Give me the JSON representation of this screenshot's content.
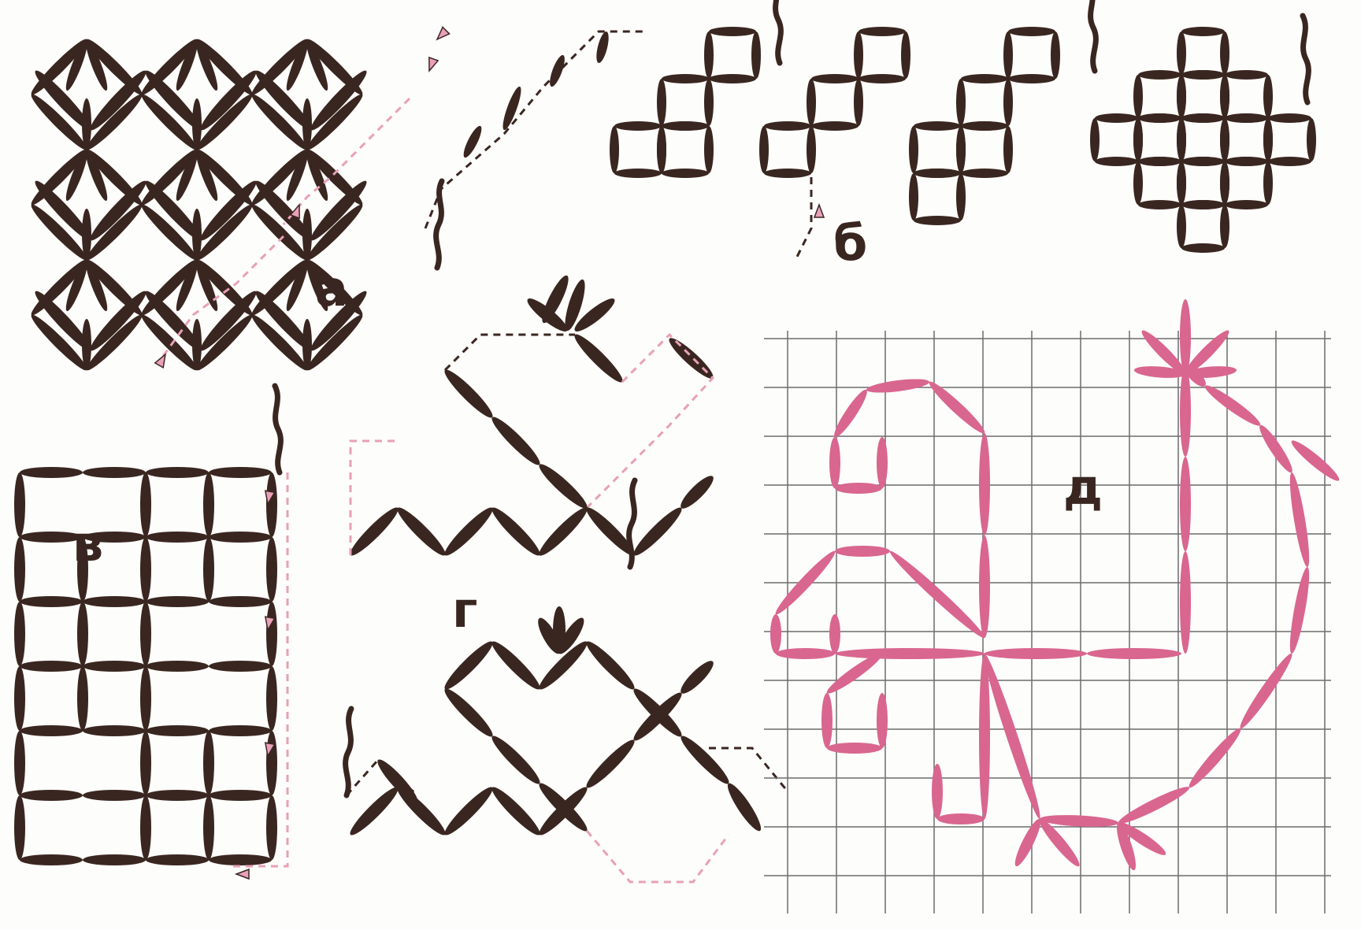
{
  "labels": {
    "a": "а",
    "b": "б",
    "v": "в",
    "g": "г",
    "d": "д"
  },
  "colors": {
    "stitch": "#3a2620",
    "thread": "#e8a0b8",
    "pink_stitch": "#d9668f",
    "grid": "#6d6d6d",
    "label": "#3a2620",
    "background": "#fdfdfb"
  },
  "icons": {
    "thread_end": "wavy-thread-icon",
    "needle_tip": "needle-icon"
  }
}
